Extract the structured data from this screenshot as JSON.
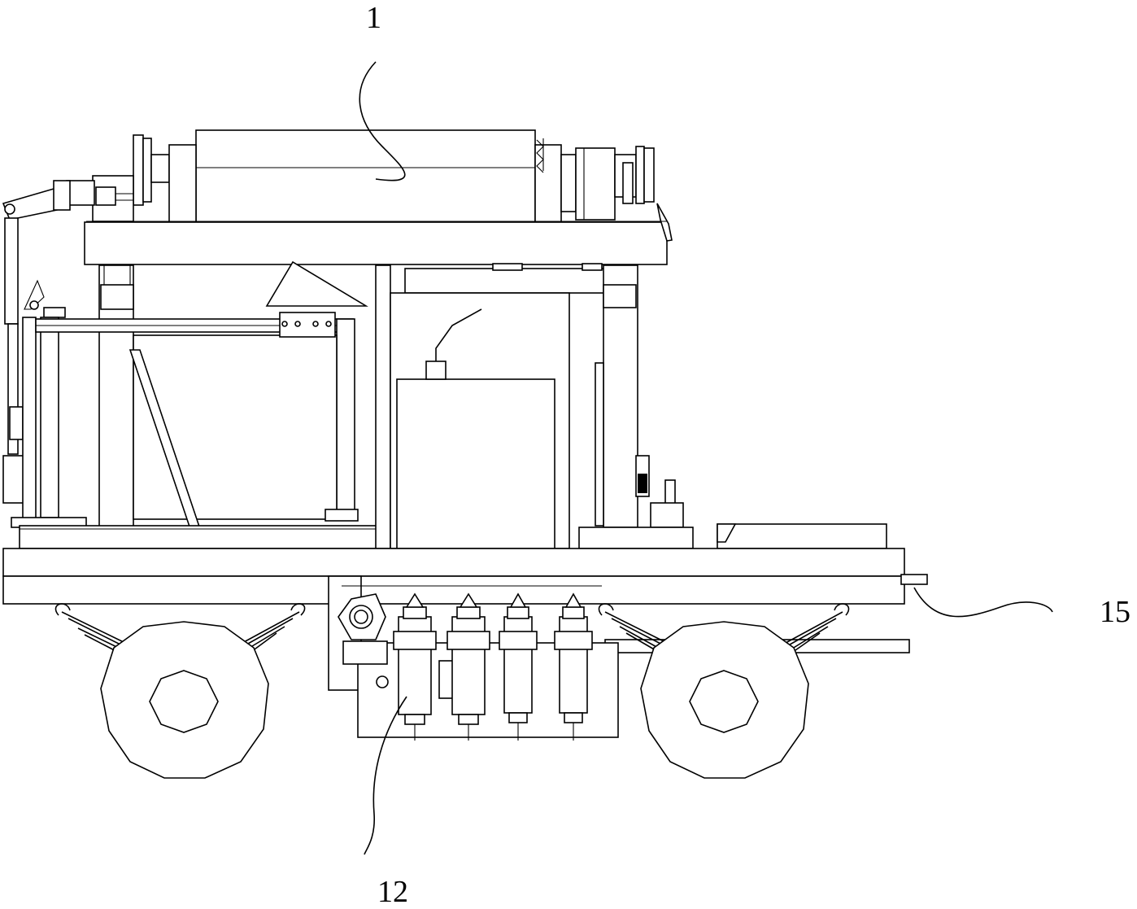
{
  "drawing": {
    "reference_numerals": [
      {
        "id": "1",
        "text": "1"
      },
      {
        "id": "15",
        "text": "15"
      },
      {
        "id": "12",
        "text": "12"
      }
    ]
  }
}
